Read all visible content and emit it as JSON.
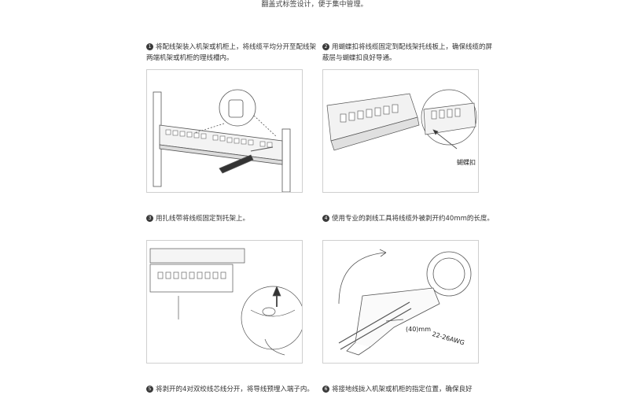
{
  "intro_text": "翻盖式标签设计，便于集中管理。",
  "steps": [
    {
      "num": "1",
      "text": "将配线架装入机架或机柜上，将线缆平均分开至配线架两端机架或机柜的理线槽内。"
    },
    {
      "num": "2",
      "text": "用蝴蝶扣将线缆固定到配线架托线板上，确保线缆的屏蔽层与蝴蝶扣良好导通。"
    },
    {
      "num": "3",
      "text": "用扎线带将线缆固定到托架上。"
    },
    {
      "num": "4",
      "text": "使用专业的剥线工具将线缆外被剥开约40mm的长度。"
    },
    {
      "num": "5",
      "text": "将剥开的4对双绞线芯线分开，将导线预埋入端子内。"
    },
    {
      "num": "6",
      "text": "将接地线拢入机架或机柜的指定位置，确保良好"
    }
  ],
  "labels": {
    "butterfly_clip": "蝴蝶扣",
    "strip_length": "(40)mm",
    "awg": "22-26AWG"
  }
}
